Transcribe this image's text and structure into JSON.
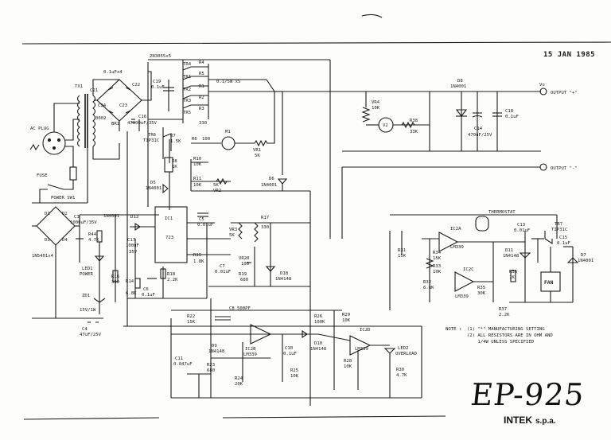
{
  "date": "15 JAN 1985",
  "model": "EP-925",
  "brand": "INTEK",
  "brand_suffix": "s.p.a.",
  "notes": [
    "NOTE :  (1) \"*\" MANUFACTURING SETTING",
    "        (2) ALL RESISTORS ARE IN OHM AND",
    "            1/4W UNLESS SPECIFIED"
  ],
  "labels": {
    "ac_plug": "AC PLUG",
    "fuse": "FUSE",
    "power_sw1": "POWER SW1",
    "tx1": "TX1",
    "c21": "C21",
    "c22": "C22",
    "c23": "C23",
    "c24": "C24",
    "cap_01uf_x4": "0.1uFx4",
    "br1": "BR1",
    "br1_part": "3002",
    "c16": "C16",
    "c16_val": "47000uF/35V",
    "c19": "C19",
    "c19_val": "0.1uF",
    "q_2n3055": "2N3055x5",
    "tr4": "TR4",
    "tr1": "TR1",
    "tr2": "TR2",
    "tr3": "TR3",
    "tr5": "TR5",
    "r4": "R4",
    "r5": "R5",
    "r1": "R1",
    "r2": "R2",
    "r3": "R3",
    "r_01_5w": "0.1/5W x5",
    "r_330": "330",
    "tr6": "TR6",
    "tr6_part": "TIP31C",
    "r7": "R7",
    "r7_val": "1.5K",
    "r8": "R8",
    "r8_val": "1K",
    "r6": "R6",
    "r6_val": "100",
    "r10": "R10",
    "r10_val": "10K",
    "r11": "R11",
    "r11_val": "10K",
    "vr2": "VR2",
    "vr2_val": "5K",
    "m1": "M1",
    "vr1": "VR1",
    "vr1_val": "5K",
    "d6": "D6",
    "d6_part": "1N4001",
    "d5": "D5",
    "d5_part": "1N4001",
    "vr4": "VR4",
    "vr4_val": "10K",
    "v2": "V2",
    "r38": "R38",
    "r38_val": "33K",
    "d8": "D8",
    "d8_part": "1N4001",
    "c14": "C14",
    "c14_val": "470uF/25V",
    "c18": "C18",
    "c18_val": "0.1uF",
    "output_plus_term": "Vo",
    "output_plus": "OUTPUT \"+\"",
    "output_minus": "OUTPUT \"-\"",
    "d1": "D1",
    "d2": "D2",
    "d3": "D3",
    "d4": "D4",
    "bridge_part": "1N5401x4",
    "c3": "C3",
    "c3_val": "1000uF/35V",
    "d_1n4001": "1N4001",
    "d13": "D13",
    "r44": "R44",
    "r44_val": "4.7K",
    "c17": "C17",
    "c17_val": "100uF",
    "c17_v": "35V",
    "ic1": "IC1",
    "ic1_part": "723",
    "c5": "C5",
    "c5_val": "0.01uF",
    "vr3": "VR3",
    "vr3_val": "5K",
    "r17": "R17",
    "r17_val": "330",
    "vr20": "VR20",
    "vr20_val": "100",
    "r19": "R19",
    "r19_val": "680",
    "r15": "R15",
    "r15_val": "1.8K",
    "c7": "C7",
    "c7_val": "0.01uF",
    "d18": "D18",
    "d18_part": "1N4148",
    "led1": "LED1",
    "led1_name": "POWER",
    "r16": "R16",
    "r16_val": "390",
    "r14": "R14",
    "r14_val": "6.8K",
    "c6": "C6",
    "c6_val": "0.1uF",
    "r18": "R18",
    "r18_val": "2.2K",
    "zd1": "ZD1",
    "zd1_val": "15V/1W",
    "c4": "C4",
    "c4_val": "47uF/25V",
    "r22": "R22",
    "r22_val": "15K",
    "c8": "C8",
    "c8_val": "500PF",
    "c11": "C11",
    "c11_val": "0.047uF",
    "d9": "D9",
    "d9_part": "1N4148",
    "r23": "R23",
    "r23_val": "680",
    "r24": "R24",
    "r24_val": "20K",
    "ic2b": "IC2B",
    "ic2b_part": "LM339",
    "c10": "C10",
    "c10_val": "0.1uF",
    "r25": "R25",
    "r25_val": "10K",
    "r26": "R26",
    "r26_val": "100K",
    "d10": "D10",
    "d10_part": "1N4148",
    "r29": "R29",
    "r29_val": "10K",
    "ic2d": "IC2D",
    "ic2d_part": "LM339",
    "r28": "R28",
    "r28_val": "10K",
    "led2": "LED2",
    "led2_name": "OVERLOAD",
    "r30": "R30",
    "r30_val": "4.7K",
    "thermostat": "THERMOSTAT",
    "c13": "C13",
    "c13_val": "0.01uF",
    "tr7": "TR7",
    "tr7_part": "TIP31C",
    "c15": "C15",
    "c15_val": "0.1uF",
    "d7": "D7",
    "d7_part": "1N4001",
    "ic2a": "IC2A",
    "ic2a_part": "LM339",
    "r31": "R31",
    "r31_val": "15K",
    "r32": "R32",
    "r32_val": "6.8K",
    "r33": "R33",
    "r33_val": "10K",
    "r34": "R34",
    "r34_val": "15K",
    "d11": "D11",
    "d11_part": "1N4148",
    "ic2c": "IC2C",
    "ic2c_part": "LM339",
    "r35": "R35",
    "r35_val": "30K",
    "r36": "R36",
    "r36_val": "1K",
    "r37": "R37",
    "r37_val": "2.2K",
    "fan": "FAN"
  }
}
